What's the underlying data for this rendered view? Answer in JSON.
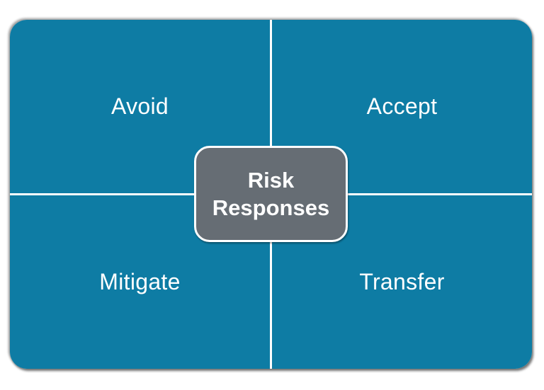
{
  "diagram": {
    "type": "matrix-2x2",
    "center": {
      "label": "Risk Responses"
    },
    "quadrants": [
      {
        "position": "top-left",
        "label": "Avoid"
      },
      {
        "position": "top-right",
        "label": "Accept"
      },
      {
        "position": "bottom-left",
        "label": "Mitigate"
      },
      {
        "position": "bottom-right",
        "label": "Transfer"
      }
    ],
    "colors": {
      "quadrant_fill": "#0E7CA4",
      "center_fill": "#666D74",
      "divider": "#FFFFFF",
      "label_text": "#FFFFFF"
    }
  }
}
